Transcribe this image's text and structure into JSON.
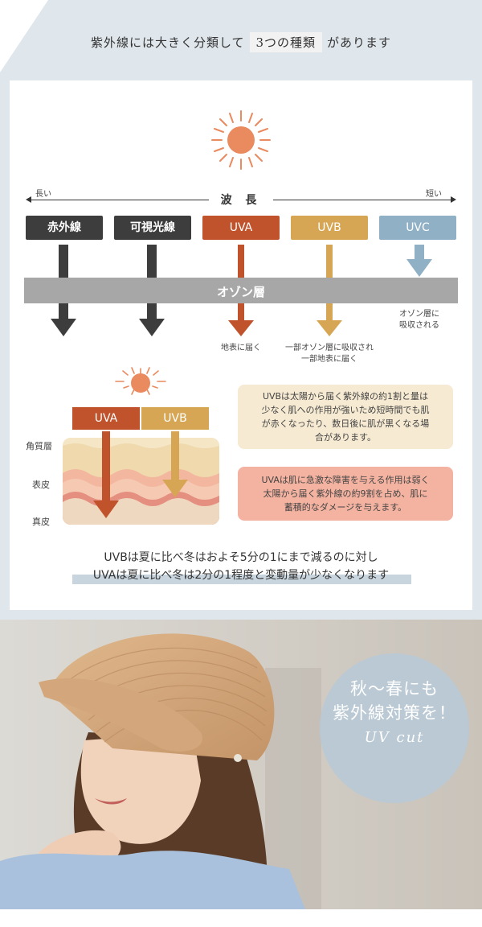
{
  "header": {
    "text_before": "紫外線には大きく分類して",
    "highlight": "3つの種類",
    "text_after": "があります"
  },
  "wavelength": {
    "long_label": "長い",
    "center_label": "波 長",
    "short_label": "短い"
  },
  "rays": [
    {
      "label": "赤外線",
      "color": "#3d3d3d"
    },
    {
      "label": "可視光線",
      "color": "#3d3d3d"
    },
    {
      "label": "UVA",
      "color": "#c0532c"
    },
    {
      "label": "UVB",
      "color": "#d7a655"
    },
    {
      "label": "UVC",
      "color": "#8fb0c5"
    }
  ],
  "ozone": {
    "label": "オゾン層"
  },
  "notes": {
    "uva": "地表に届く",
    "uvb_line1": "一部オゾン層に吸収され",
    "uvb_line2": "一部地表に届く",
    "uvc_line1": "オゾン層に",
    "uvc_line2": "吸収される"
  },
  "skin": {
    "uva_label": "UVA",
    "uvb_label": "UVB",
    "layers": [
      "角質層",
      "表皮",
      "真皮"
    ]
  },
  "info": {
    "uvb_lines": [
      "UVBは太陽から届く紫外線の約1割と量は",
      "少なく肌への作用が強いため短時間でも肌",
      "が赤くなったり、数日後に肌が黒くなる場",
      "合があります。"
    ],
    "uva_lines": [
      "UVAは肌に急激な障害を与える作用は弱く",
      "太陽から届く紫外線の約9割を占め、肌に",
      "蓄積的なダメージを与えます。"
    ],
    "uvb_bg": "#f6ead2",
    "uva_bg": "#f4b3a1"
  },
  "summary": {
    "line1": "UVBは夏に比べ冬はおよそ5分の1にまで減るのに対し",
    "line2": "UVAは夏に比べ冬は2分の1程度と変動量が少なくなります"
  },
  "badge": {
    "line1": "秋〜春にも",
    "line2": "紫外線対策を！",
    "script": "UV cut"
  }
}
